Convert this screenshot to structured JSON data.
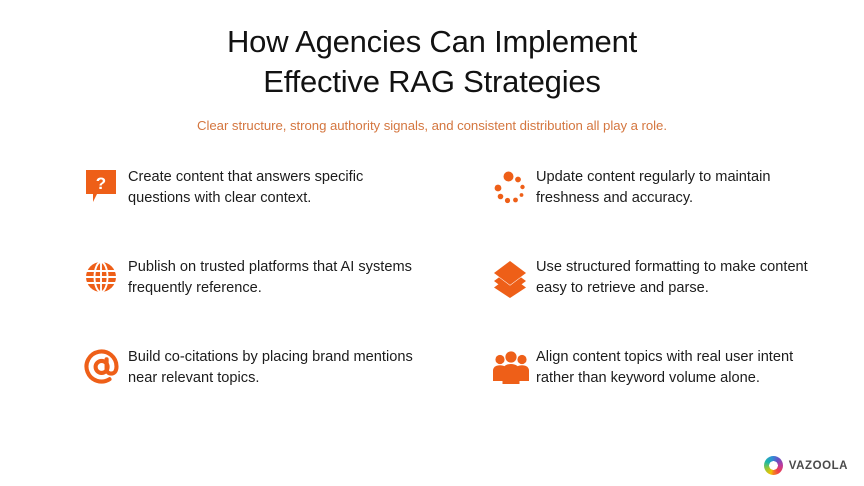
{
  "header": {
    "title_line_1": "How Agencies Can Implement",
    "title_line_2": "Effective RAG Strategies",
    "subtitle": "Clear structure, strong authority signals, and consistent distribution all play a role."
  },
  "theme": {
    "accent_orange": "#ee5f18",
    "subtitle_orange": "#d4763f",
    "title_color": "#121212",
    "body_color": "#1c1c1c",
    "background": "#ffffff"
  },
  "tips": {
    "left": [
      {
        "icon": "question-speech-bubble-icon",
        "text": "Create content that answers specific questions with clear context."
      },
      {
        "icon": "globe-icon",
        "text": "Publish on trusted platforms that AI systems frequently reference."
      },
      {
        "icon": "at-sign-icon",
        "text": "Build co-citations by placing brand mentions near relevant topics."
      }
    ],
    "right": [
      {
        "icon": "loading-spinner-dots-icon",
        "text": "Update content regularly to maintain freshness and accuracy."
      },
      {
        "icon": "stacked-layers-icon",
        "text": "Use structured formatting to make content easy to retrieve and parse."
      },
      {
        "icon": "people-group-icon",
        "text": "Align content topics with real user intent rather than keyword volume alone."
      }
    ]
  },
  "footer": {
    "logo_text": "VAZOOLA",
    "logo_mark": "rainbow-ring-logo-icon"
  }
}
